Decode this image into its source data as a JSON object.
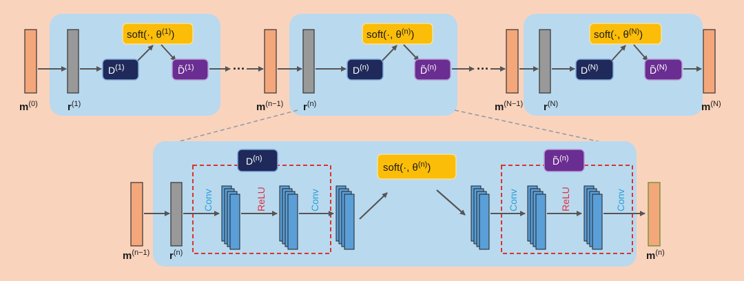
{
  "top": {
    "input_label": "m",
    "input_sup": "(0)",
    "stage1": {
      "r_label": "r",
      "r_sup": "(1)",
      "d_label": "D",
      "d_sup": "(1)",
      "dt_label": "D̃",
      "dt_sup": "(1)",
      "soft_label": "soft(·, θ",
      "soft_sup": "(1)",
      "soft_close": ")"
    },
    "mid_input_label": "m",
    "mid_input_sup": "(n−1)",
    "stage_n": {
      "r_label": "r",
      "r_sup": "(n)",
      "d_label": "D",
      "d_sup": "(n)",
      "dt_label": "D̃",
      "dt_sup": "(n)",
      "soft_label": "soft(·, θ",
      "soft_sup": "(n)",
      "soft_close": ")"
    },
    "right_input_label": "m",
    "right_input_sup": "(N−1)",
    "stage_N": {
      "r_label": "r",
      "r_sup": "(N)",
      "d_label": "D",
      "d_sup": "(N)",
      "dt_label": "D̃",
      "dt_sup": "(N)",
      "soft_label": "soft(·, θ",
      "soft_sup": "(N)",
      "soft_close": ")"
    },
    "output_label": "m",
    "output_sup": "(N)",
    "dots": "···"
  },
  "detail": {
    "input_label": "m",
    "input_sup": "(n−1)",
    "r_label": "r",
    "r_sup": "(n)",
    "d_label": "D",
    "d_sup": "(n)",
    "dt_label": "D̃",
    "dt_sup": "(n)",
    "soft_label": "soft(·, θ",
    "soft_sup": "(n)",
    "soft_close": ")",
    "conv1": "Conv",
    "relu1": "ReLU",
    "conv2": "Conv",
    "conv3": "Conv",
    "relu2": "ReLU",
    "conv4": "Conv",
    "output_label": "m",
    "output_sup": "(n)"
  },
  "colors": {
    "background": "#fad3bd",
    "panel": "#b9d9ef",
    "orange_block": "#f4a77a",
    "gray_block": "#999999",
    "d_box": "#1f2a5a",
    "dt_box": "#6a2d91",
    "soft_box": "#fbbd08",
    "layer_blue": "#5a9fd8",
    "dashed_red": "#d8342c"
  }
}
